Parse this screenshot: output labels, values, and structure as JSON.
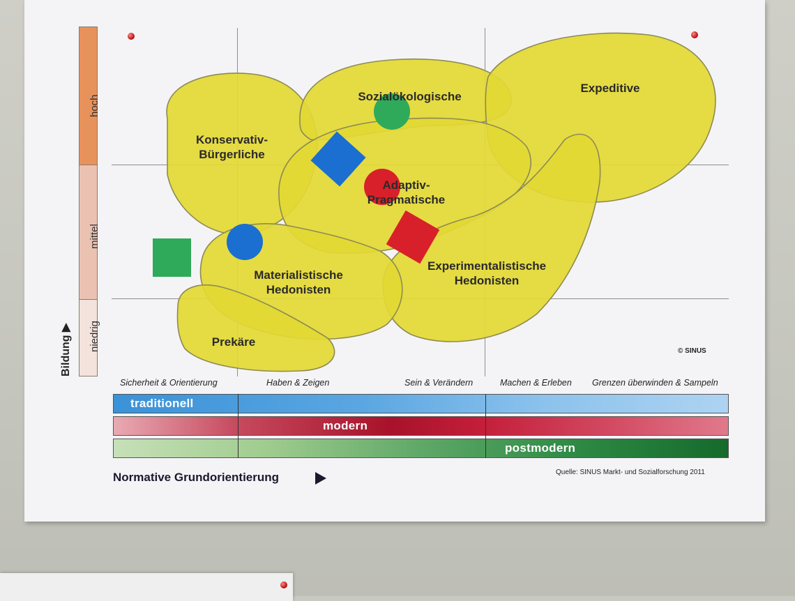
{
  "yaxis": {
    "title": "Bildung",
    "levels": [
      "hoch",
      "mittel",
      "niedrig"
    ]
  },
  "milieus": {
    "konservativ": [
      "Konservativ-",
      "Bürgerliche"
    ],
    "sozialoekologisch": "Sozialökologische",
    "expeditive": "Expeditive",
    "adaptiv": [
      "Adaptiv-",
      "Pragmatische"
    ],
    "materialistisch": [
      "Materialistische",
      "Hedonisten"
    ],
    "experimentalistisch": [
      "Experimentalistische",
      "Hedonisten"
    ],
    "prekaere": "Prekäre"
  },
  "copyright": "© SINUS",
  "categories": [
    "Sicherheit & Orientierung",
    "Haben & Zeigen",
    "Sein & Verändern",
    "Machen & Erleben",
    "Grenzen überwinden & Sampeln"
  ],
  "bars": {
    "traditionell": "traditionell",
    "modern": "modern",
    "postmodern": "postmodern"
  },
  "xaxis": {
    "title": "Normative Grundorientierung"
  },
  "source": "Quelle:  SINUS  Markt- und Sozialforschung 2011",
  "colors": {
    "blob": "#e3d835",
    "blob_stroke": "#8c8a55",
    "hoch": "#e8925b",
    "mittel": "#ebc2b2",
    "niedrig": "#f4e3dc",
    "green_marker": "#2eaa5a",
    "blue_marker": "#1a6fd0",
    "red_marker": "#d8202a"
  }
}
